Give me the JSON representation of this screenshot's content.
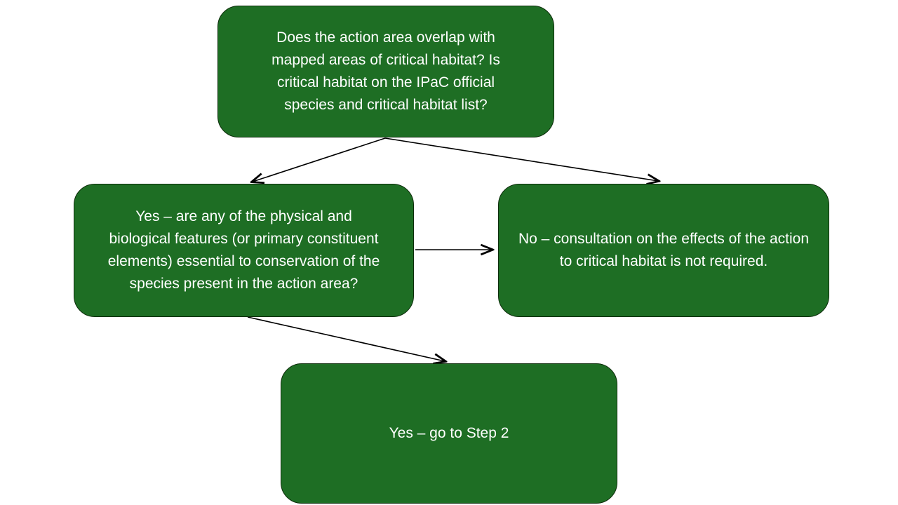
{
  "diagram": {
    "type": "flowchart",
    "colors": {
      "background": "#ffffff",
      "node_fill": "#1e6e24",
      "node_border": "#0d2d0b",
      "node_text": "#ffffff",
      "arrow": "#000000"
    },
    "nodes": {
      "top": {
        "label": "Does the action area overlap with mapped areas of critical habitat? Is critical habitat on the IPaC official species and critical habitat list?"
      },
      "middle_left": {
        "label": "Yes – are any of the physical and biological features (or primary constituent elements) essential to conservation of the species present in the action area?"
      },
      "middle_right": {
        "label": "No – consultation on the effects of the action to critical habitat is not required."
      },
      "bottom": {
        "label": "Yes – go to Step 2"
      }
    },
    "edges": [
      {
        "from": "top",
        "to": "middle_left"
      },
      {
        "from": "top",
        "to": "middle_right"
      },
      {
        "from": "middle_left",
        "to": "middle_right"
      },
      {
        "from": "middle_left",
        "to": "bottom"
      }
    ]
  }
}
